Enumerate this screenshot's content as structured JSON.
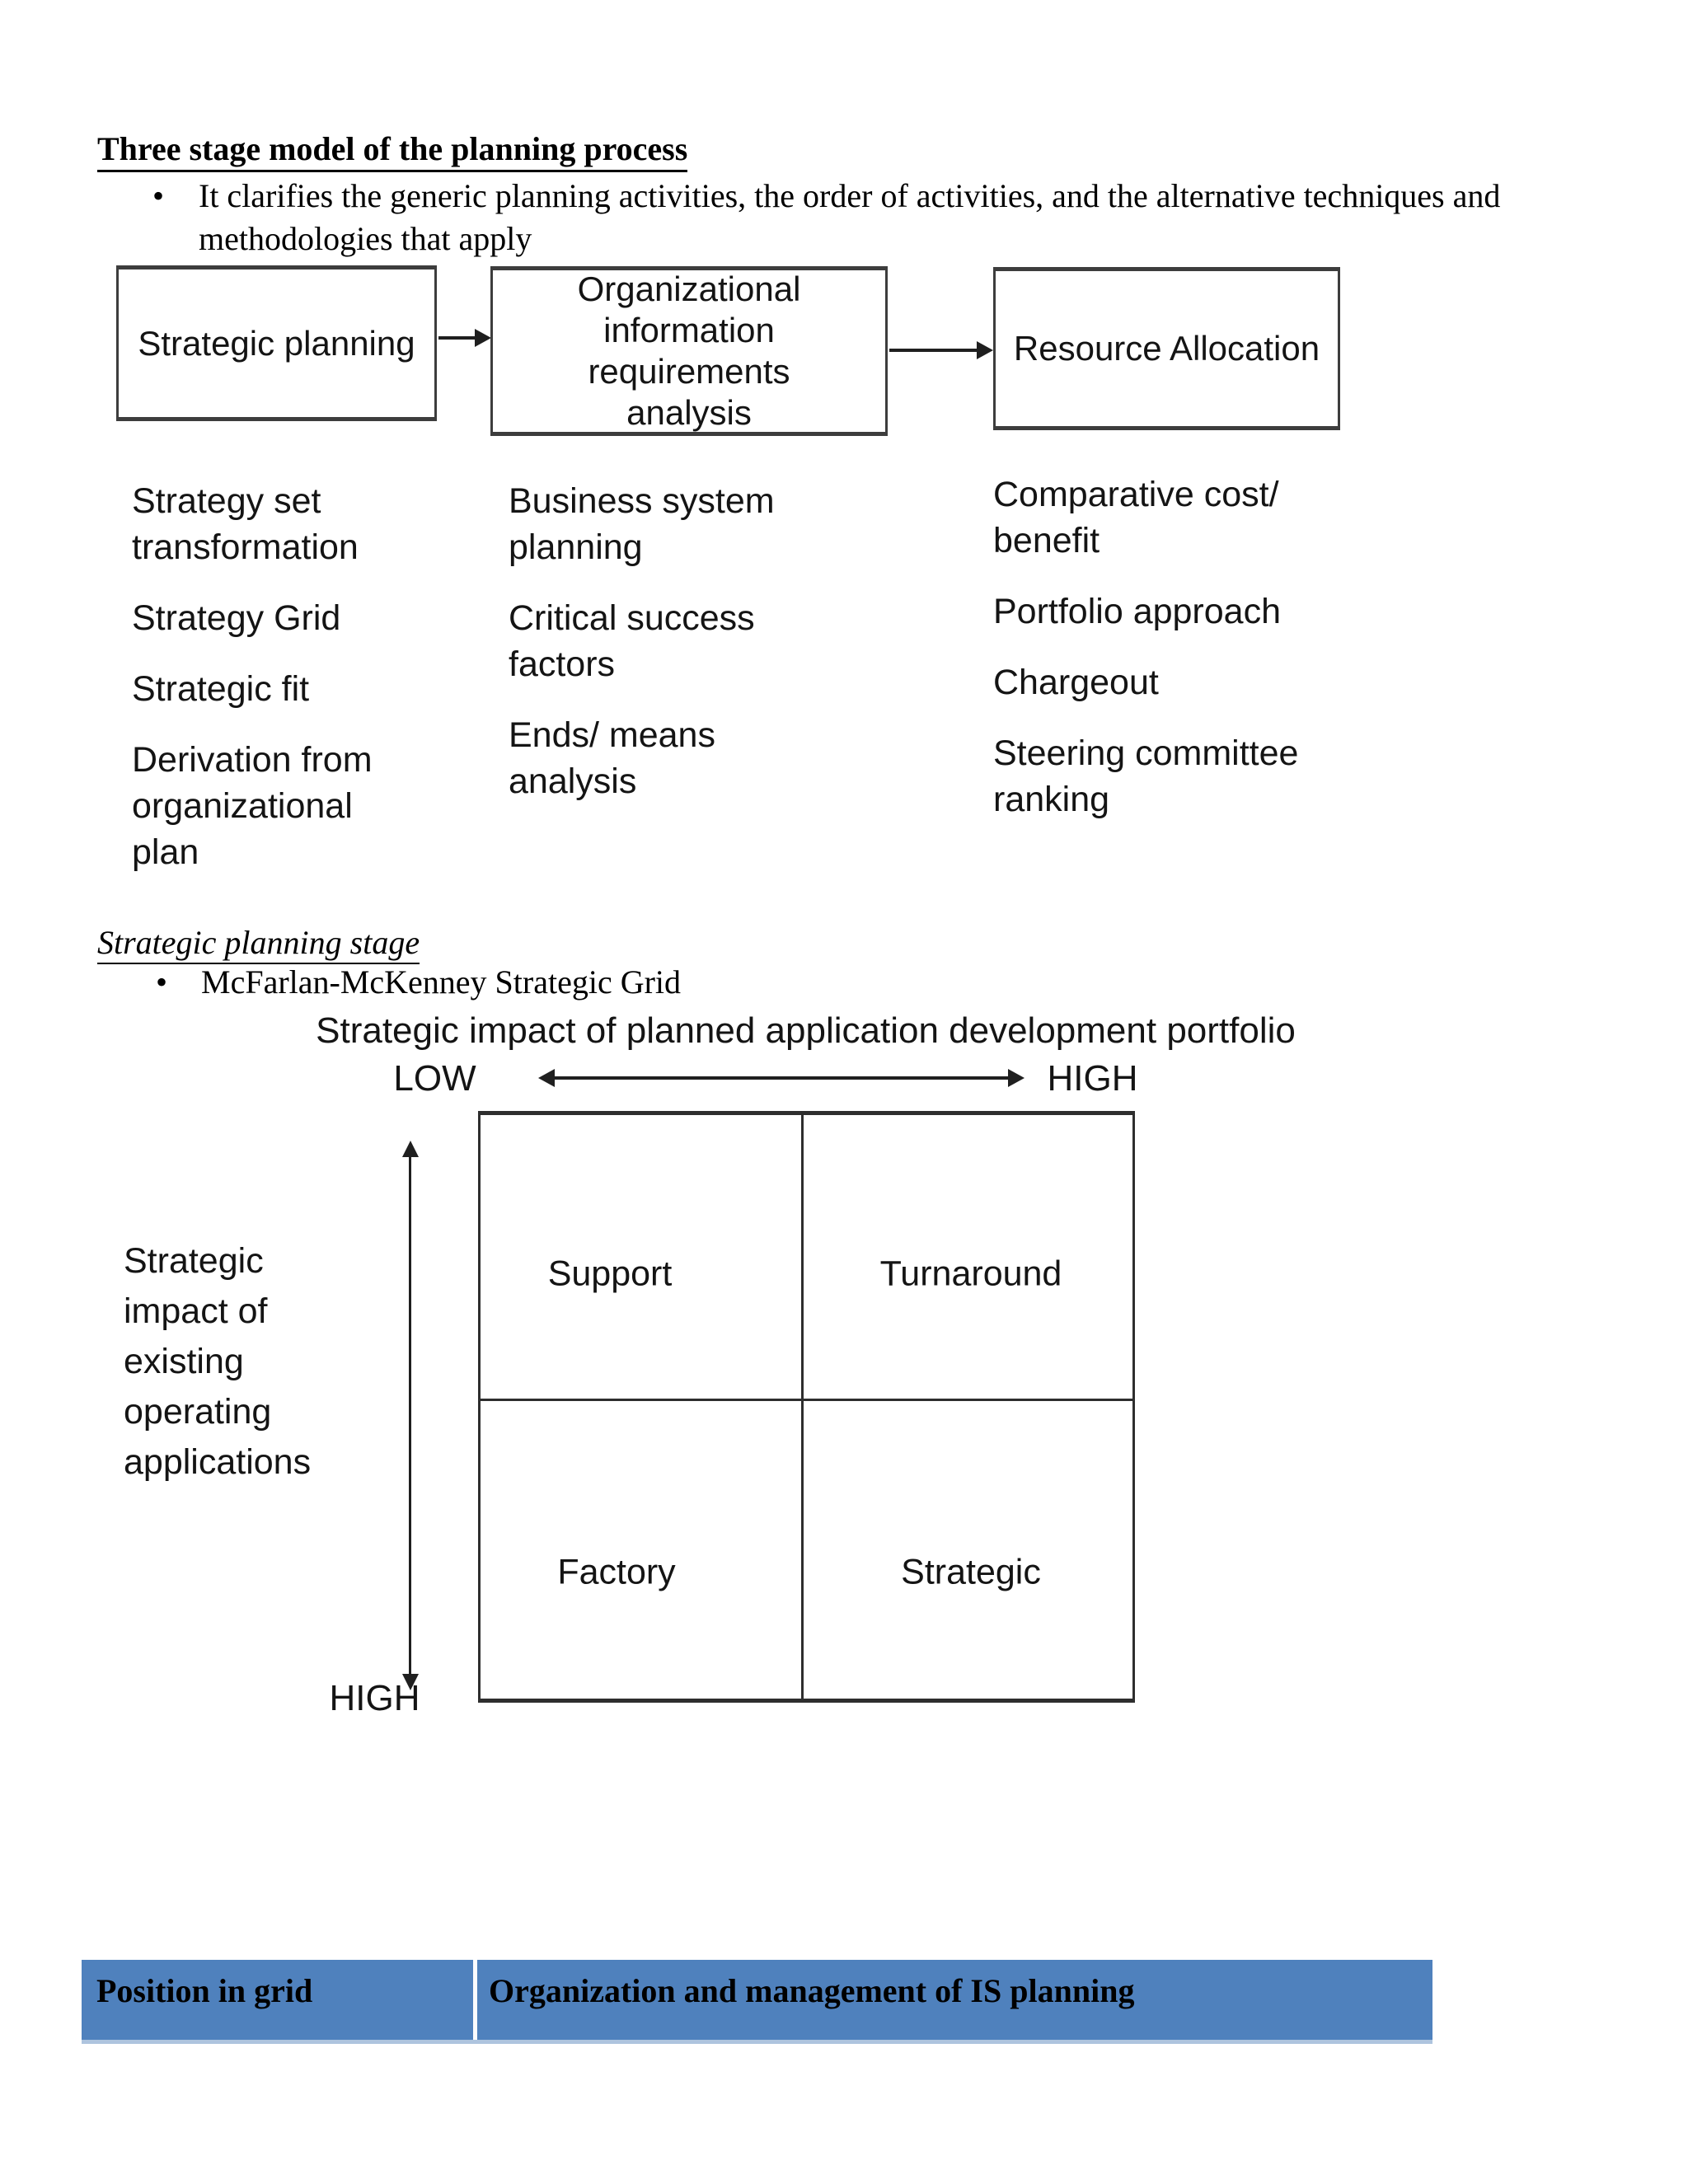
{
  "colors": {
    "table_header_bg": "#4f81bd"
  },
  "intro": {
    "title": "Three stage model of the planning process",
    "bullet_glyph": "•",
    "bullet_lines": [
      "It clarifies the generic planning activities, the order of activities, and the alternative techniques and",
      "methodologies that apply"
    ]
  },
  "flow": {
    "boxes": [
      "Strategic planning",
      "Organizational information requirements analysis",
      "Resource Allocation"
    ],
    "columns": [
      {
        "items": [
          "Strategy set transformation",
          "Strategy Grid",
          "Strategic fit",
          "Derivation from organizational plan"
        ]
      },
      {
        "items": [
          "Business system planning",
          "Critical success factors",
          "Ends/ means analysis"
        ]
      },
      {
        "items": [
          "Comparative cost/ benefit",
          "Portfolio approach",
          "Chargeout",
          "Steering committee ranking"
        ]
      }
    ]
  },
  "section2": {
    "heading": "Strategic planning stage",
    "bullet_glyph": "•",
    "bullet": "McFarlan-McKenney Strategic Grid"
  },
  "grid": {
    "title": "Strategic impact of planned application development portfolio",
    "x_axis": {
      "low": "LOW",
      "high": "HIGH"
    },
    "y_axis": {
      "label": "Strategic impact of existing operating applications",
      "high": "HIGH"
    },
    "quadrants": [
      "Support",
      "Turnaround",
      "Factory",
      "Strategic"
    ]
  },
  "table": {
    "headers": [
      "Position in grid",
      "Organization and management of IS planning"
    ]
  }
}
